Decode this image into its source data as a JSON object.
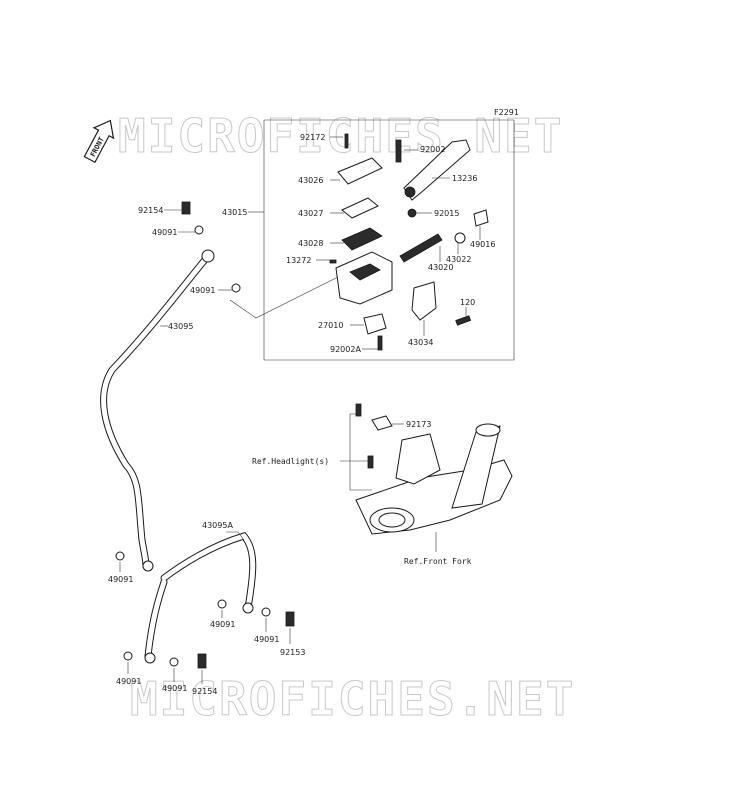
{
  "figure_code": "F2291",
  "watermark": "MICROFICHES.NET",
  "front_badge": "FRONT",
  "parts": {
    "p92172": "92172",
    "p92002": "92002",
    "p43026": "43026",
    "p13236": "13236",
    "p92154_top": "92154",
    "p43015": "43015",
    "p43027": "43027",
    "p92015": "92015",
    "p49091_a": "49091",
    "p49016": "49016",
    "p43028": "43028",
    "p43022": "43022",
    "p13272": "13272",
    "p43020": "43020",
    "p49091_b": "49091",
    "p120": "120",
    "p43095": "43095",
    "p27010": "27010",
    "p43034": "43034",
    "p92002A": "92002A",
    "p92173": "92173",
    "p43095A": "43095A",
    "p49091_c": "49091",
    "p49091_d": "49091",
    "p49091_e": "49091",
    "p92153": "92153",
    "p49091_f": "49091",
    "p49091_g": "49091",
    "p92154_bot": "92154"
  },
  "references": {
    "headlight": "Ref.Headlight(s)",
    "front_fork": "Ref.Front Fork"
  }
}
